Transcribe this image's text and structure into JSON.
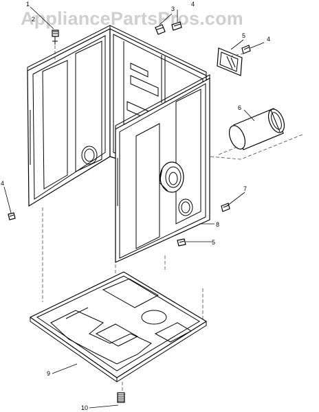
{
  "watermark": "AppliancePartsPros.com",
  "callouts": {
    "c1": "1",
    "c2": "2",
    "c3": "3",
    "c4a": "4",
    "c4b": "4",
    "c4c": "4",
    "c5a": "5",
    "c5b": "5",
    "c6": "6",
    "c7": "7",
    "c8": "8",
    "c9": "9",
    "c10": "10"
  }
}
